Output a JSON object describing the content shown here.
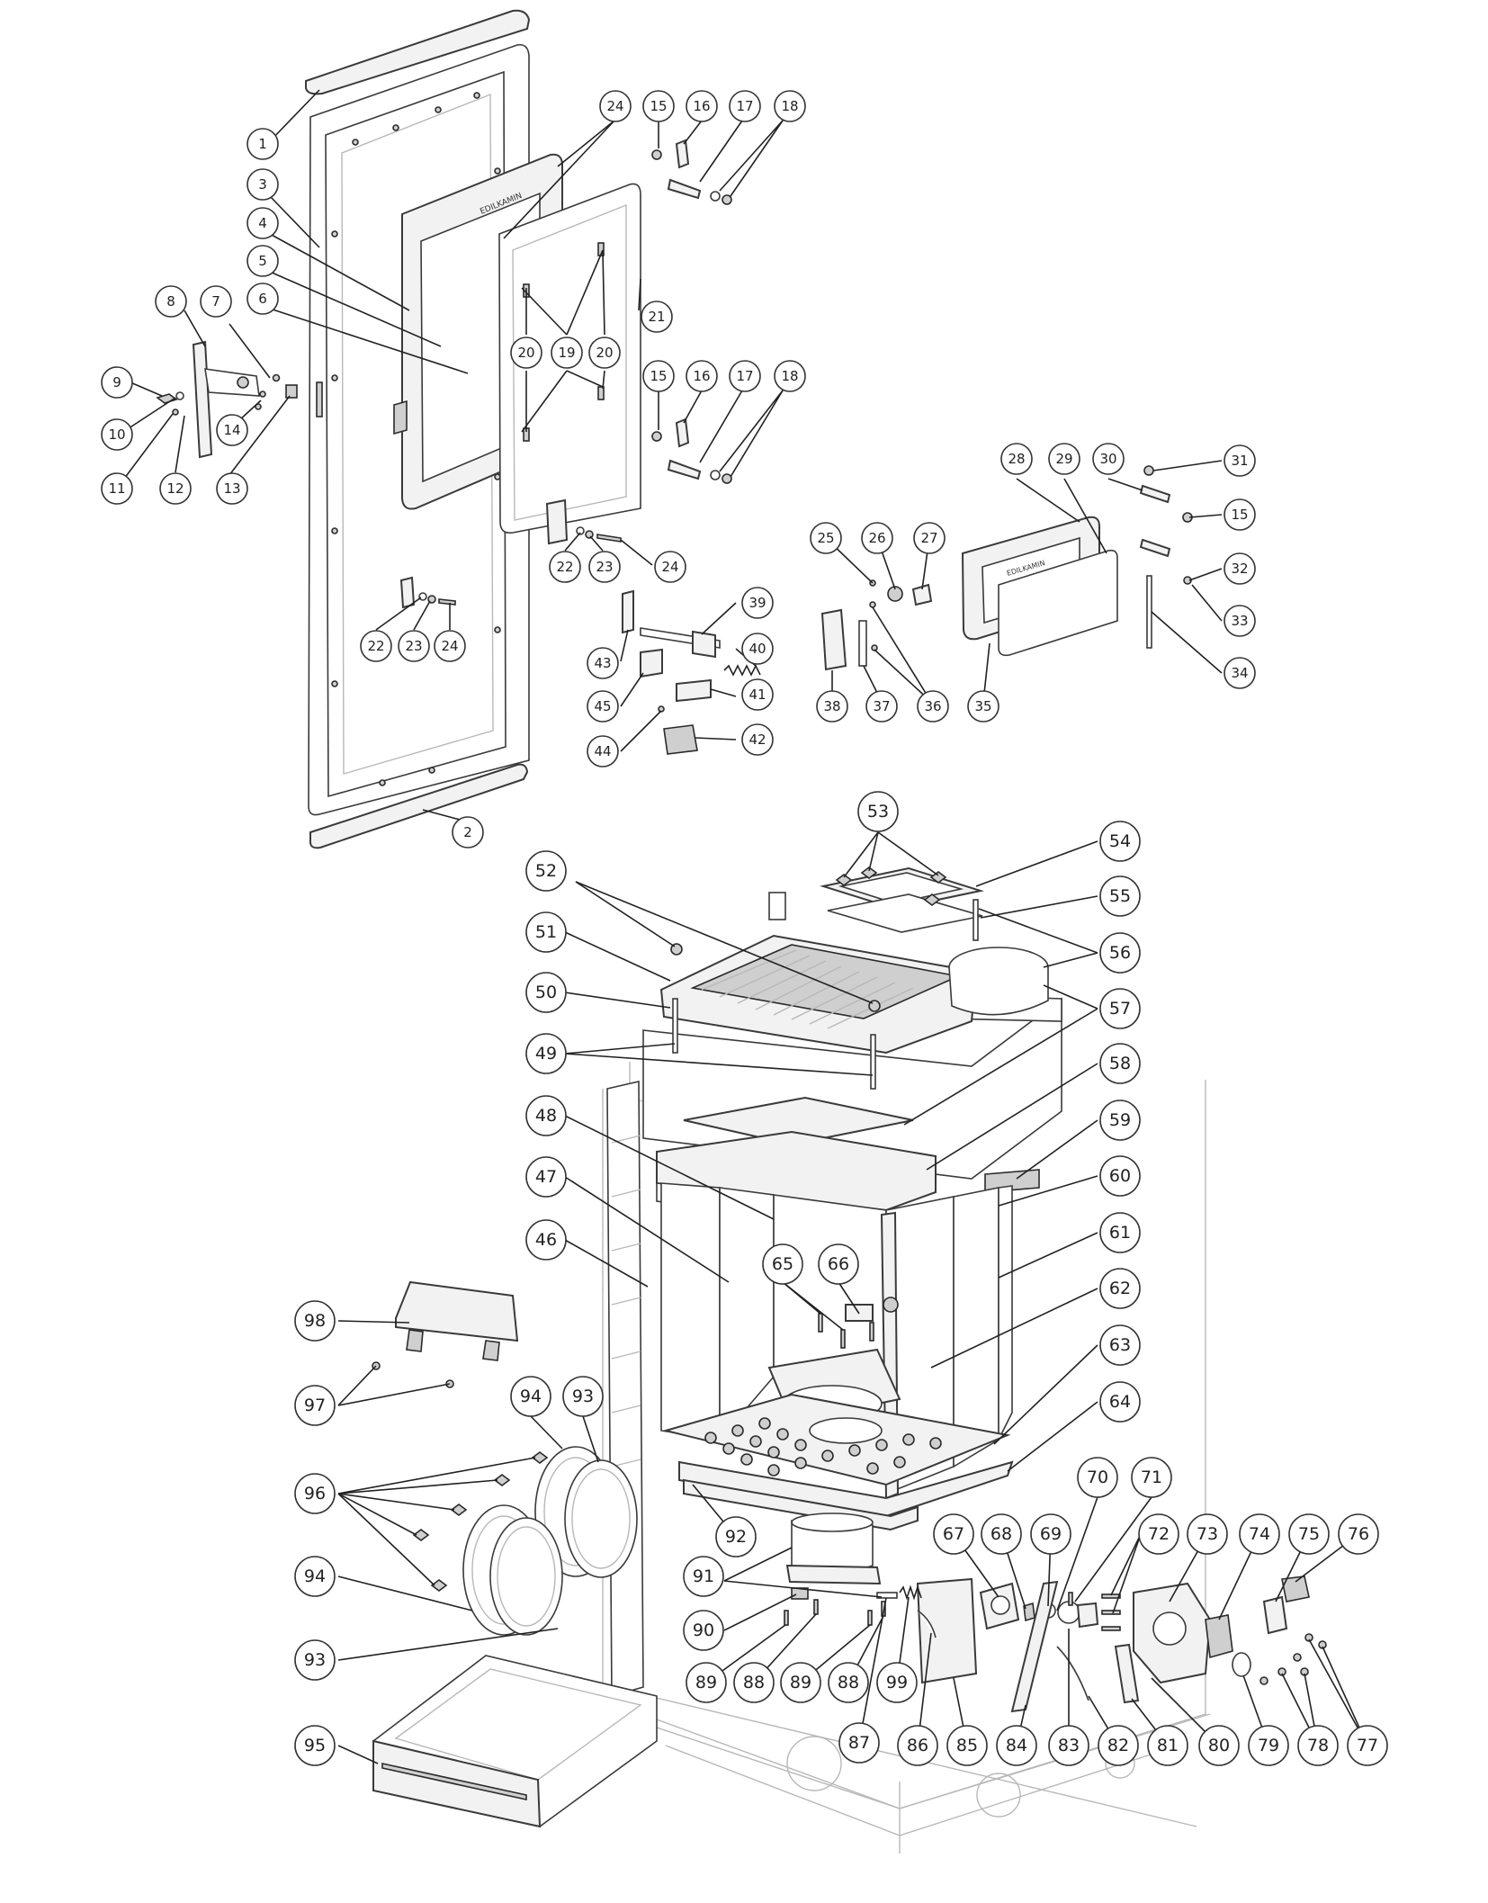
{
  "callouts": [
    {
      "id": "c1",
      "label": "1"
    },
    {
      "id": "c2",
      "label": "2"
    },
    {
      "id": "c3",
      "label": "3"
    },
    {
      "id": "c4",
      "label": "4"
    },
    {
      "id": "c5",
      "label": "5"
    },
    {
      "id": "c6",
      "label": "6"
    },
    {
      "id": "c7",
      "label": "7"
    },
    {
      "id": "c8",
      "label": "8"
    },
    {
      "id": "c9",
      "label": "9"
    },
    {
      "id": "c10",
      "label": "10"
    },
    {
      "id": "c11",
      "label": "11"
    },
    {
      "id": "c12",
      "label": "12"
    },
    {
      "id": "c13",
      "label": "13"
    },
    {
      "id": "c14",
      "label": "14"
    },
    {
      "id": "c15a",
      "label": "15"
    },
    {
      "id": "c16a",
      "label": "16"
    },
    {
      "id": "c17a",
      "label": "17"
    },
    {
      "id": "c18a",
      "label": "18"
    },
    {
      "id": "c24a",
      "label": "24"
    },
    {
      "id": "c19",
      "label": "19"
    },
    {
      "id": "c20a",
      "label": "20"
    },
    {
      "id": "c20b",
      "label": "20"
    },
    {
      "id": "c21",
      "label": "21"
    },
    {
      "id": "c15b",
      "label": "15"
    },
    {
      "id": "c16b",
      "label": "16"
    },
    {
      "id": "c17b",
      "label": "17"
    },
    {
      "id": "c18b",
      "label": "18"
    },
    {
      "id": "c22a",
      "label": "22"
    },
    {
      "id": "c23a",
      "label": "23"
    },
    {
      "id": "c24b",
      "label": "24"
    },
    {
      "id": "c22b",
      "label": "22"
    },
    {
      "id": "c23b",
      "label": "23"
    },
    {
      "id": "c24c",
      "label": "24"
    },
    {
      "id": "c39",
      "label": "39"
    },
    {
      "id": "c40",
      "label": "40"
    },
    {
      "id": "c41",
      "label": "41"
    },
    {
      "id": "c42",
      "label": "42"
    },
    {
      "id": "c43",
      "label": "43"
    },
    {
      "id": "c44",
      "label": "44"
    },
    {
      "id": "c45",
      "label": "45"
    },
    {
      "id": "c28",
      "label": "28"
    },
    {
      "id": "c29",
      "label": "29"
    },
    {
      "id": "c30",
      "label": "30"
    },
    {
      "id": "c31",
      "label": "31"
    },
    {
      "id": "c15c",
      "label": "15"
    },
    {
      "id": "c25",
      "label": "25"
    },
    {
      "id": "c26",
      "label": "26"
    },
    {
      "id": "c27",
      "label": "27"
    },
    {
      "id": "c32",
      "label": "32"
    },
    {
      "id": "c33",
      "label": "33"
    },
    {
      "id": "c34",
      "label": "34"
    },
    {
      "id": "c35",
      "label": "35"
    },
    {
      "id": "c36",
      "label": "36"
    },
    {
      "id": "c37",
      "label": "37"
    },
    {
      "id": "c38",
      "label": "38"
    },
    {
      "id": "c53",
      "label": "53"
    },
    {
      "id": "c54",
      "label": "54"
    },
    {
      "id": "c52",
      "label": "52"
    },
    {
      "id": "c55",
      "label": "55"
    },
    {
      "id": "c56",
      "label": "56"
    },
    {
      "id": "c51",
      "label": "51"
    },
    {
      "id": "c50",
      "label": "50"
    },
    {
      "id": "c57",
      "label": "57"
    },
    {
      "id": "c49",
      "label": "49"
    },
    {
      "id": "c58",
      "label": "58"
    },
    {
      "id": "c48",
      "label": "48"
    },
    {
      "id": "c59",
      "label": "59"
    },
    {
      "id": "c47",
      "label": "47"
    },
    {
      "id": "c60",
      "label": "60"
    },
    {
      "id": "c46",
      "label": "46"
    },
    {
      "id": "c61",
      "label": "61"
    },
    {
      "id": "c65",
      "label": "65"
    },
    {
      "id": "c66",
      "label": "66"
    },
    {
      "id": "c62",
      "label": "62"
    },
    {
      "id": "c98",
      "label": "98"
    },
    {
      "id": "c63",
      "label": "63"
    },
    {
      "id": "c97",
      "label": "97"
    },
    {
      "id": "c94a",
      "label": "94"
    },
    {
      "id": "c93a",
      "label": "93"
    },
    {
      "id": "c64",
      "label": "64"
    },
    {
      "id": "c96",
      "label": "96"
    },
    {
      "id": "c70",
      "label": "70"
    },
    {
      "id": "c71",
      "label": "71"
    },
    {
      "id": "c92",
      "label": "92"
    },
    {
      "id": "c67",
      "label": "67"
    },
    {
      "id": "c68",
      "label": "68"
    },
    {
      "id": "c69",
      "label": "69"
    },
    {
      "id": "c72",
      "label": "72"
    },
    {
      "id": "c73",
      "label": "73"
    },
    {
      "id": "c74",
      "label": "74"
    },
    {
      "id": "c75",
      "label": "75"
    },
    {
      "id": "c76",
      "label": "76"
    },
    {
      "id": "c94b",
      "label": "94"
    },
    {
      "id": "c91",
      "label": "91"
    },
    {
      "id": "c90",
      "label": "90"
    },
    {
      "id": "c93b",
      "label": "93"
    },
    {
      "id": "c89a",
      "label": "89"
    },
    {
      "id": "c88a",
      "label": "88"
    },
    {
      "id": "c89b",
      "label": "89"
    },
    {
      "id": "c88b",
      "label": "88"
    },
    {
      "id": "c99",
      "label": "99"
    },
    {
      "id": "c95",
      "label": "95"
    },
    {
      "id": "c87",
      "label": "87"
    },
    {
      "id": "c86",
      "label": "86"
    },
    {
      "id": "c85",
      "label": "85"
    },
    {
      "id": "c84",
      "label": "84"
    },
    {
      "id": "c83",
      "label": "83"
    },
    {
      "id": "c82",
      "label": "82"
    },
    {
      "id": "c81",
      "label": "81"
    },
    {
      "id": "c80",
      "label": "80"
    },
    {
      "id": "c79",
      "label": "79"
    },
    {
      "id": "c78",
      "label": "78"
    },
    {
      "id": "c77",
      "label": "77"
    }
  ],
  "brand_marks": {
    "door_plate": "EDILKAMIN",
    "ash_door_plate": "EDILKAMIN"
  },
  "colors": {
    "line": "#3a3a3a",
    "fill": "#f2f2f2",
    "background": "#ffffff"
  }
}
